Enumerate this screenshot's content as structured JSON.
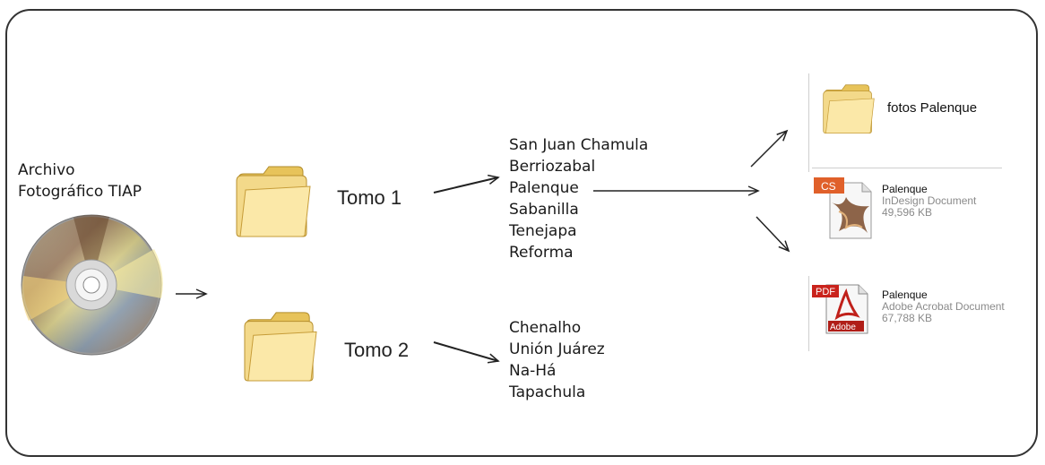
{
  "source": {
    "label_line1": "Archivo",
    "label_line2": "Fotográfico TIAP",
    "icon": "cd-icon"
  },
  "folders": [
    {
      "label": "Tomo 1",
      "icon": "folder-icon"
    },
    {
      "label": "Tomo 2",
      "icon": "folder-icon"
    }
  ],
  "tomo1_items": [
    "San Juan Chamula",
    "Berriozabal",
    "Palenque",
    "Sabanilla",
    "Tenejapa",
    "Reforma"
  ],
  "tomo2_items": [
    "Chenalho",
    "Unión Juárez",
    "Na-Há",
    "Tapachula"
  ],
  "outputs": {
    "photos_folder": {
      "label": "fotos Palenque",
      "icon": "folder-icon"
    },
    "indesign": {
      "name": "Palenque",
      "type": "InDesign Document",
      "size": "49,596 KB",
      "badge": "CS",
      "icon": "indesign-file-icon"
    },
    "pdf": {
      "name": "Palenque",
      "type": "Adobe Acrobat Document",
      "size": "67,788 KB",
      "badge": "PDF",
      "brand": "Adobe",
      "icon": "pdf-file-icon"
    }
  }
}
